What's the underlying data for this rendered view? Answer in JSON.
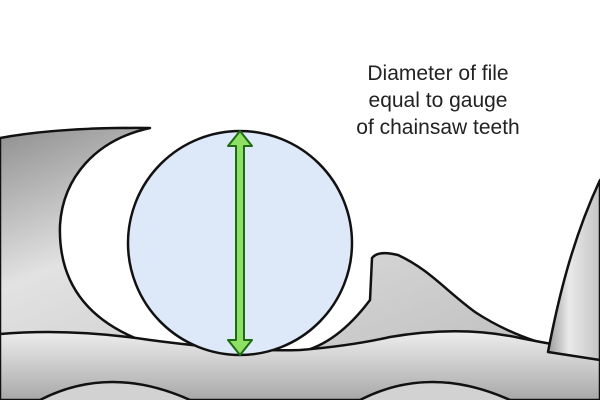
{
  "annotation": {
    "lines": [
      "Diameter of file",
      "equal to gauge",
      "of chainsaw teeth"
    ]
  },
  "colors": {
    "file_fill": "#dde9f8",
    "arrow_fill": "#8ee065",
    "arrow_outline": "#1e6b12",
    "metal_light": "#f2f2f2",
    "metal_dark": "#8a8a8a",
    "outline": "#111111"
  },
  "icons": {
    "arrow": "double-headed-arrow-icon"
  }
}
